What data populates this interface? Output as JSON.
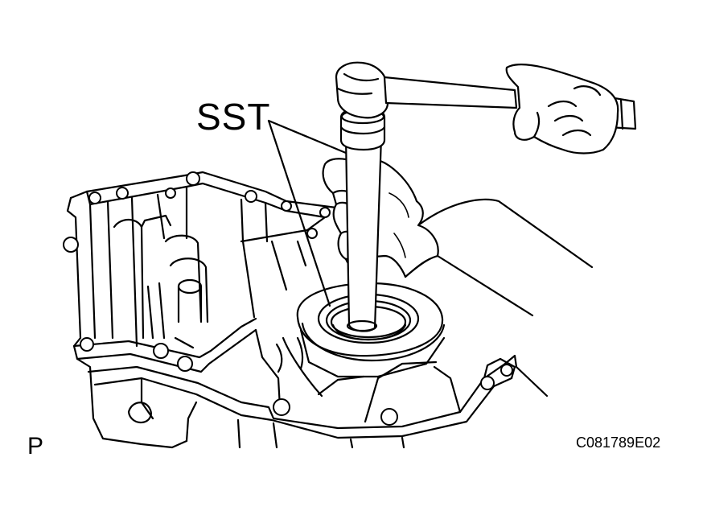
{
  "callouts": {
    "sst": "SST"
  },
  "view_marker": "P",
  "figure_code": "C081789E02",
  "icons": {
    "housing": "transaxle-case-illustration",
    "tool": "special-service-tool-illustration",
    "hammer": "hammer-icon",
    "hands": "gloved-hand-illustration"
  },
  "colors": {
    "line": "#000000",
    "background": "#ffffff"
  }
}
